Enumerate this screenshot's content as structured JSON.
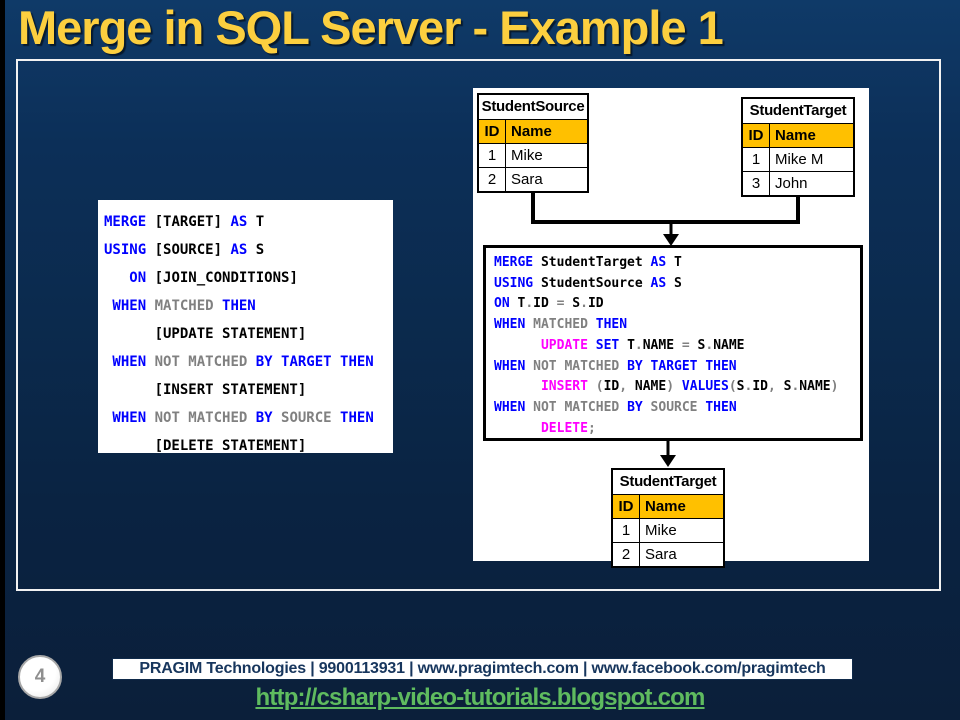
{
  "slide": {
    "title": "Merge in SQL Server - Example 1",
    "page_number": "4"
  },
  "footer": {
    "banner_text": "PRAGIM Technologies | 9900113931 | www.pragimtech.com | www.facebook.com/pragimtech",
    "blog_url": "http://csharp-video-tutorials.blogspot.com"
  },
  "colors": {
    "background_navy": "#0b2a4d",
    "title_yellow": "#fccf3f",
    "table_header_orange": "#ffc000",
    "code_keyword_blue": "#0000ff",
    "code_unmatched_gray": "#808080",
    "code_dml_magenta": "#ff00ff",
    "link_green": "#5fbb5f",
    "banner_navy": "#17365d",
    "panel_white": "#ffffff"
  },
  "syntax_template_code": {
    "lines": [
      [
        {
          "t": "MERGE",
          "c": "k"
        },
        {
          "t": " [TARGET] ",
          "c": "p"
        },
        {
          "t": "AS",
          "c": "k"
        },
        {
          "t": " T",
          "c": "p"
        }
      ],
      [
        {
          "t": "USING",
          "c": "k"
        },
        {
          "t": " [SOURCE] ",
          "c": "p"
        },
        {
          "t": "AS",
          "c": "k"
        },
        {
          "t": " S",
          "c": "p"
        }
      ],
      [
        {
          "t": "   ON",
          "c": "k"
        },
        {
          "t": " [JOIN_CONDITIONS]",
          "c": "p"
        }
      ],
      [
        {
          "t": " WHEN",
          "c": "k"
        },
        {
          "t": " MATCHED ",
          "c": "g"
        },
        {
          "t": "THEN",
          "c": "k"
        }
      ],
      [
        {
          "t": "      [UPDATE STATEMENT]",
          "c": "p"
        }
      ],
      [
        {
          "t": " WHEN",
          "c": "k"
        },
        {
          "t": " NOT MATCHED ",
          "c": "g"
        },
        {
          "t": "BY TARGET THEN",
          "c": "k"
        }
      ],
      [
        {
          "t": "      [INSERT STATEMENT]",
          "c": "p"
        }
      ],
      [
        {
          "t": " WHEN",
          "c": "k"
        },
        {
          "t": " NOT MATCHED ",
          "c": "g"
        },
        {
          "t": "BY",
          "c": "k"
        },
        {
          "t": " SOURCE ",
          "c": "g"
        },
        {
          "t": "THEN",
          "c": "k"
        }
      ],
      [
        {
          "t": "      [DELETE STATEMENT]",
          "c": "p"
        }
      ]
    ]
  },
  "merge_example_code": {
    "lines": [
      [
        {
          "t": "MERGE",
          "c": "k"
        },
        {
          "t": " StudentTarget ",
          "c": "p"
        },
        {
          "t": "AS",
          "c": "k"
        },
        {
          "t": " T",
          "c": "p"
        }
      ],
      [
        {
          "t": "USING",
          "c": "k"
        },
        {
          "t": " StudentSource ",
          "c": "p"
        },
        {
          "t": "AS",
          "c": "k"
        },
        {
          "t": " S",
          "c": "p"
        }
      ],
      [
        {
          "t": "ON",
          "c": "k"
        },
        {
          "t": " T",
          "c": "p"
        },
        {
          "t": ".",
          "c": "g"
        },
        {
          "t": "ID",
          "c": "p"
        },
        {
          "t": " = ",
          "c": "g"
        },
        {
          "t": "S",
          "c": "p"
        },
        {
          "t": ".",
          "c": "g"
        },
        {
          "t": "ID",
          "c": "p"
        }
      ],
      [
        {
          "t": "WHEN",
          "c": "k"
        },
        {
          "t": " MATCHED ",
          "c": "g"
        },
        {
          "t": "THEN",
          "c": "k"
        }
      ],
      [
        {
          "t": "      ",
          "c": "p"
        },
        {
          "t": "UPDATE",
          "c": "m"
        },
        {
          "t": " ",
          "c": "p"
        },
        {
          "t": "SET",
          "c": "k"
        },
        {
          "t": " T",
          "c": "p"
        },
        {
          "t": ".",
          "c": "g"
        },
        {
          "t": "NAME",
          "c": "p"
        },
        {
          "t": " = ",
          "c": "g"
        },
        {
          "t": "S",
          "c": "p"
        },
        {
          "t": ".",
          "c": "g"
        },
        {
          "t": "NAME",
          "c": "p"
        }
      ],
      [
        {
          "t": "WHEN",
          "c": "k"
        },
        {
          "t": " NOT MATCHED ",
          "c": "g"
        },
        {
          "t": "BY TARGET THEN",
          "c": "k"
        }
      ],
      [
        {
          "t": "      ",
          "c": "p"
        },
        {
          "t": "INSERT",
          "c": "m"
        },
        {
          "t": " ",
          "c": "p"
        },
        {
          "t": "(",
          "c": "g"
        },
        {
          "t": "ID",
          "c": "p"
        },
        {
          "t": ", ",
          "c": "g"
        },
        {
          "t": "NAME",
          "c": "p"
        },
        {
          "t": ") ",
          "c": "g"
        },
        {
          "t": "VALUES",
          "c": "k"
        },
        {
          "t": "(",
          "c": "g"
        },
        {
          "t": "S",
          "c": "p"
        },
        {
          "t": ".",
          "c": "g"
        },
        {
          "t": "ID",
          "c": "p"
        },
        {
          "t": ", ",
          "c": "g"
        },
        {
          "t": "S",
          "c": "p"
        },
        {
          "t": ".",
          "c": "g"
        },
        {
          "t": "NAME",
          "c": "p"
        },
        {
          "t": ")",
          "c": "g"
        }
      ],
      [
        {
          "t": "WHEN",
          "c": "k"
        },
        {
          "t": " NOT MATCHED ",
          "c": "g"
        },
        {
          "t": "BY",
          "c": "k"
        },
        {
          "t": " SOURCE ",
          "c": "g"
        },
        {
          "t": "THEN",
          "c": "k"
        }
      ],
      [
        {
          "t": "      ",
          "c": "p"
        },
        {
          "t": "DELETE",
          "c": "m"
        },
        {
          "t": ";",
          "c": "g"
        }
      ]
    ]
  },
  "diagram": {
    "source_table": {
      "title": "StudentSource",
      "headers": [
        "ID",
        "Name"
      ],
      "rows": [
        [
          "1",
          "Mike"
        ],
        [
          "2",
          "Sara"
        ]
      ]
    },
    "target_before_table": {
      "title": "StudentTarget",
      "headers": [
        "ID",
        "Name"
      ],
      "rows": [
        [
          "1",
          "Mike M"
        ],
        [
          "3",
          "John"
        ]
      ]
    },
    "target_after_table": {
      "title": "StudentTarget",
      "headers": [
        "ID",
        "Name"
      ],
      "rows": [
        [
          "1",
          "Mike"
        ],
        [
          "2",
          "Sara"
        ]
      ]
    }
  }
}
